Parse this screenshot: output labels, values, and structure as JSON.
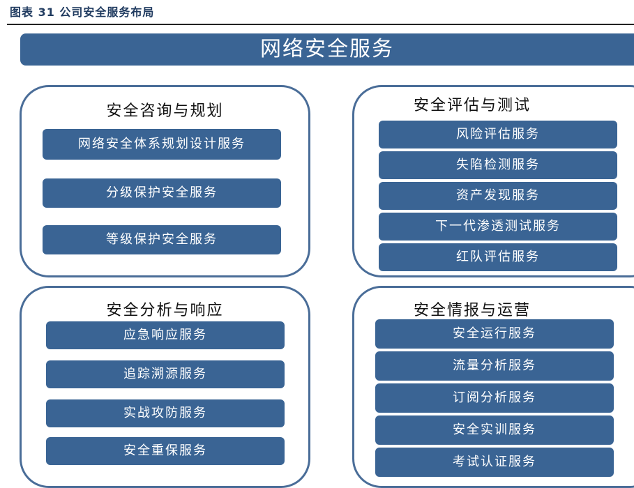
{
  "caption": "图表 31 公司安全服务布局",
  "banner": "网络安全服务",
  "groups": {
    "consulting": {
      "title": "安全咨询与规划",
      "items": [
        "网络安全体系规划设计服务",
        "分级保护安全服务",
        "等级保护安全服务"
      ]
    },
    "assessment": {
      "title": "安全评估与测试",
      "items": [
        "风险评估服务",
        "失陷检测服务",
        "资产发现服务",
        "下一代渗透测试服务",
        "红队评估服务"
      ]
    },
    "response": {
      "title": "安全分析与响应",
      "items": [
        "应急响应服务",
        "追踪溯源服务",
        "实战攻防服务",
        "安全重保服务"
      ]
    },
    "intelligence": {
      "title": "安全情报与运营",
      "items": [
        "安全运行服务",
        "流量分析服务",
        "订阅分析服务",
        "安全实训服务",
        "考试认证服务"
      ]
    }
  },
  "colors": {
    "box_fill": "#3a6494",
    "group_border": "#4a6d98",
    "caption": "#1f3a5f"
  }
}
